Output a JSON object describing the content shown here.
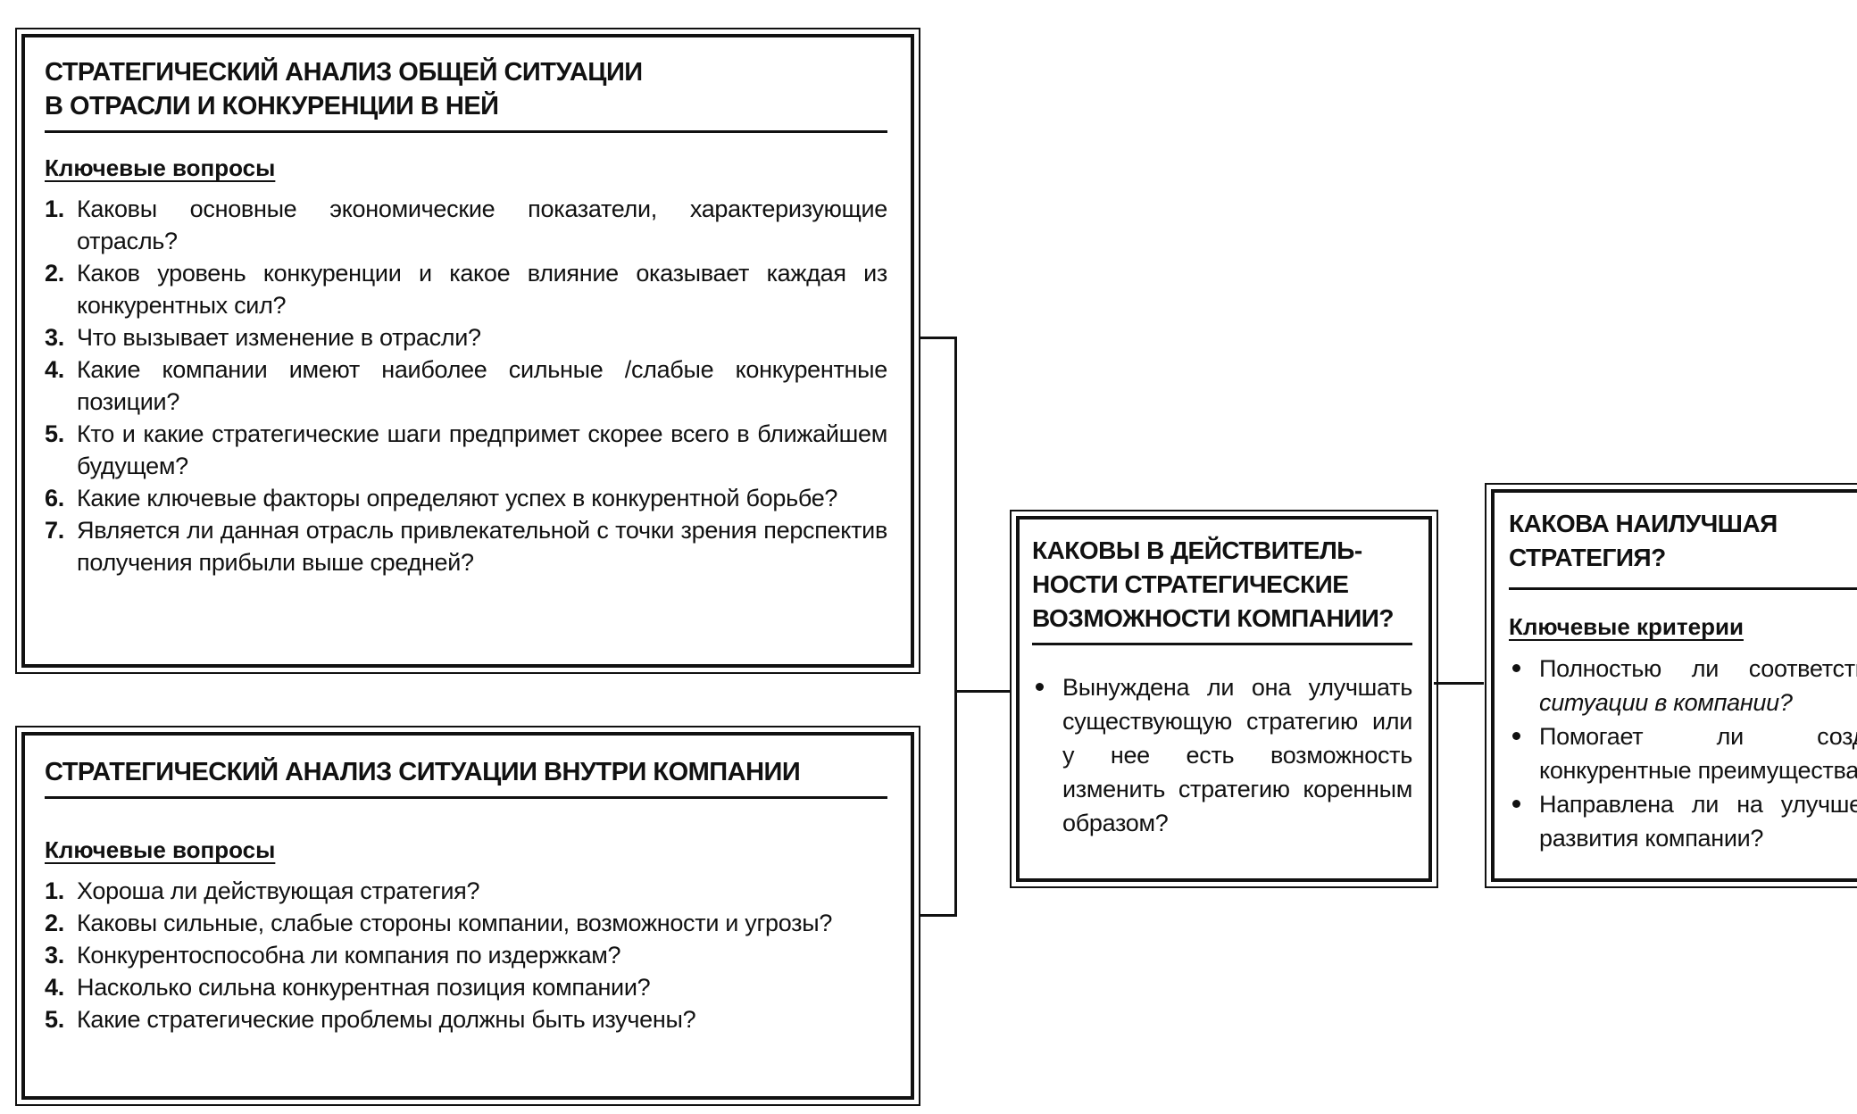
{
  "box1": {
    "title": "СТРАТЕГИЧЕСКИЙ АНАЛИЗ ОБЩЕЙ СИТУАЦИИ\nВ ОТРАСЛИ И КОНКУРЕНЦИИ В НЕЙ",
    "subhead": "Ключевые вопросы",
    "items": [
      {
        "num": "1.",
        "text": "Каковы основные экономические показатели, характеризующие отрасль?"
      },
      {
        "num": "2.",
        "text": "Каков уровень конкуренции и какое влияние оказывает каждая из конкурентных сил?"
      },
      {
        "num": "3.",
        "text": "Что вызывает изменение в отрасли?"
      },
      {
        "num": "4.",
        "text": "Какие компании имеют наиболее сильные /слабые конкурентные позиции?"
      },
      {
        "num": "5.",
        "text": "Кто и какие стратегические шаги предпримет скорее всего в ближайшем будущем?"
      },
      {
        "num": "6.",
        "text": "Какие ключевые факторы определяют успех в конкурентной борьбе?"
      },
      {
        "num": "7.",
        "text": "Является ли данная отрасль привлекательной с точки зрения перспектив получения прибыли выше средней?"
      }
    ]
  },
  "box2": {
    "title": "СТРАТЕГИЧЕСКИЙ АНАЛИЗ СИТУАЦИИ ВНУТРИ КОМПАНИИ",
    "subhead": "Ключевые вопросы",
    "items": [
      {
        "num": "1.",
        "text": "Хороша ли действующая стратегия?"
      },
      {
        "num": "2.",
        "text": "Каковы сильные, слабые стороны компании, возможности и угрозы?"
      },
      {
        "num": "3.",
        "text": "Конкурентоспособна ли компания по издержкам?"
      },
      {
        "num": "4.",
        "text": "Насколько сильна конкурентная позиция компании?"
      },
      {
        "num": "5.",
        "text": "Какие стратегические проблемы должны быть изучены?"
      }
    ]
  },
  "box3": {
    "title": "КАКОВЫ В ДЕЙСТВИТЕЛЬ-\nНОСТИ СТРАТЕГИЧЕСКИЕ\nВОЗМОЖНОСТИ КОМПАНИИ?",
    "items": [
      "Вынуждена ли она улучшать существующую стратегию или у нее есть возможность изменить стратегию коренным образом?"
    ]
  },
  "box4": {
    "title": "КАКОВА НАИЛУЧШАЯ\nСТРАТЕГИЯ?",
    "subhead": "Ключевые критерии",
    "items": [
      {
        "plain": "Полностью ли соответствует",
        "italic": "ситуации в компании?"
      },
      {
        "plain": "Помогает ли создать конкурентные преимущества?",
        "italic": ""
      },
      {
        "plain": "Направлена ли на улучшение развития компании?",
        "italic": ""
      }
    ]
  }
}
